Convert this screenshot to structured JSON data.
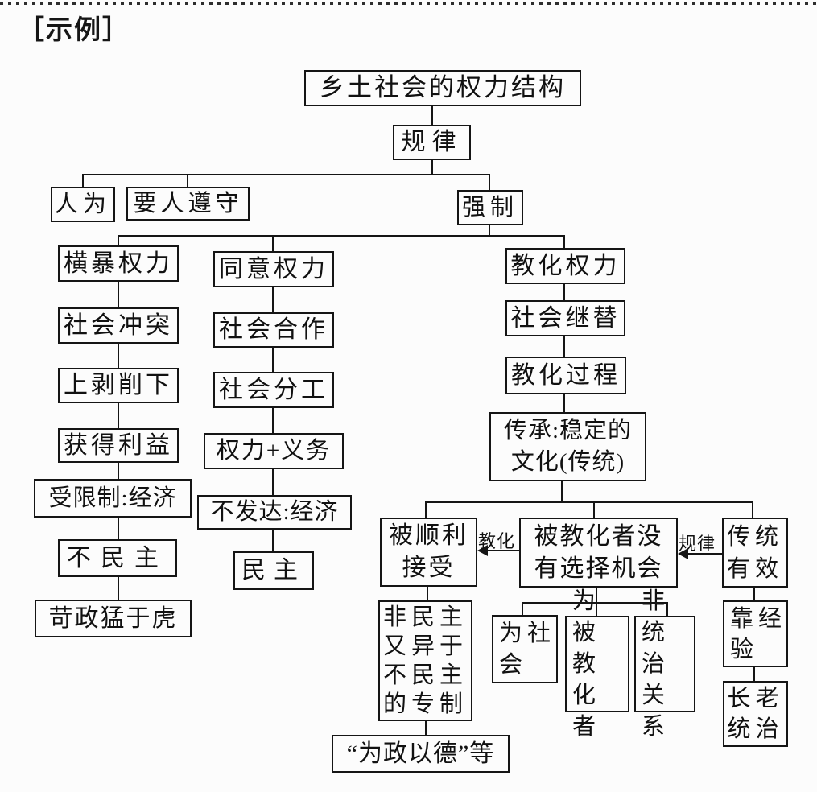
{
  "header": {
    "label": "［示例］"
  },
  "diagram": {
    "nodes": {
      "root": "乡土社会的权力结构",
      "rule": "规律",
      "man_made": "人为",
      "must_obey": "要人遵守",
      "coercion": "强制",
      "despotic_power": "横暴权力",
      "social_conflict": "社会冲突",
      "top_exploits_bottom": "上剥削下",
      "gain_benefit": "获得利益",
      "limited_by_economy": "受限制:经济",
      "undemocratic": "不民主",
      "tyranny": "苛政猛于虎",
      "consent_power": "同意权力",
      "social_cooperation": "社会合作",
      "division_of_labor": "社会分工",
      "rights_plus_duties": "权力+义务",
      "underdeveloped_economy": "不发达:经济",
      "democracy": "民主",
      "educational_power": "教化权力",
      "social_succession": "社会继替",
      "education_process": "教化过程",
      "inherit_stable_culture": "传承:稳定的\n文化(传统)",
      "smoothly_accepted": "被顺利\n接受",
      "no_choice": "被教化者没\n有选择机会",
      "tradition_effective": "传统\n有效",
      "neither_democracy": "非民主\n又异于\n不民主\n的专制",
      "for_society": "为社\n会",
      "for_the_educated": "为被\n教化\n者",
      "non_ruling_relation": "非统\n治关\n系",
      "rely_on_experience": "靠经\n验",
      "elder_rule": "长老\n统治",
      "govern_by_virtue": "“为政以德”等"
    },
    "edge_labels": {
      "education": "教化",
      "rule": "规律"
    }
  }
}
